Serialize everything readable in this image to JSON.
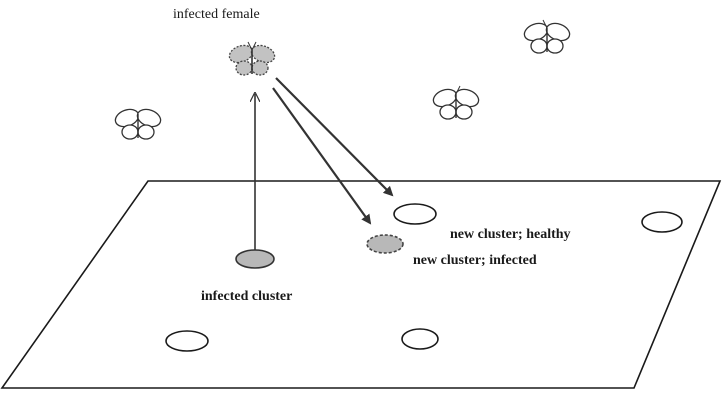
{
  "labels": {
    "infected_female": "infected female",
    "infected_cluster": "infected cluster",
    "new_cluster_healthy": "new cluster; healthy",
    "new_cluster_infected": "new cluster; infected"
  },
  "colors": {
    "line": "#1a1a1a",
    "arrow": "#333333",
    "infected_fill": "#b8b8b8",
    "healthy_fill": "#ffffff"
  }
}
